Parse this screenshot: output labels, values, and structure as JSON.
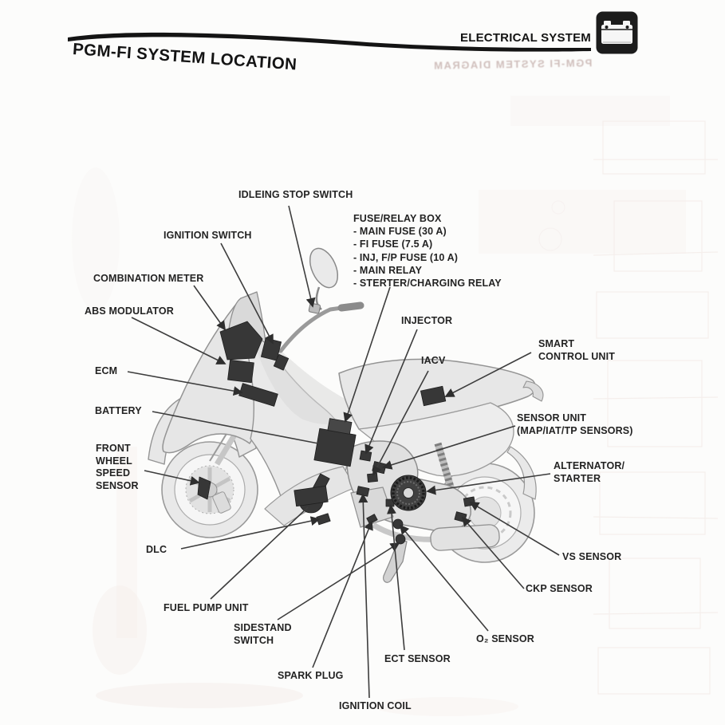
{
  "header": {
    "title": "PGM-FI SYSTEM LOCATION",
    "chapter": "ELECTRICAL SYSTEM",
    "chapter_icon": "battery-icon",
    "bleed_through_text": "PGM-FI SYSTEM DIAGRAM"
  },
  "colors": {
    "ink": "#161616",
    "label_text": "#232323",
    "leader_line": "#3d3d3d",
    "scooter_body": "#e7e7e7",
    "dark_component": "#373737",
    "bleed_pink": "#e6cbc5",
    "paper": "#fcfcfb"
  },
  "diagram": {
    "subject": "scooter side view component location illustration",
    "labels": [
      {
        "id": "idling-stop-switch",
        "text": "IDLEING STOP SWITCH"
      },
      {
        "id": "ignition-switch",
        "text": "IGNITION SWITCH"
      },
      {
        "id": "fuse-relay-box",
        "text": "FUSE/RELAY BOX\n- MAIN FUSE (30 A)\n- FI FUSE (7.5 A)\n- INJ, F/P FUSE (10 A)\n- MAIN RELAY\n- STERTER/CHARGING RELAY"
      },
      {
        "id": "combination-meter",
        "text": "COMBINATION METER"
      },
      {
        "id": "abs-modulator",
        "text": "ABS MODULATOR"
      },
      {
        "id": "ecm",
        "text": "ECM"
      },
      {
        "id": "injector",
        "text": "INJECTOR"
      },
      {
        "id": "iacv",
        "text": "IACV"
      },
      {
        "id": "smart-control-unit",
        "text": "SMART\nCONTROL UNIT"
      },
      {
        "id": "battery",
        "text": "BATTERY"
      },
      {
        "id": "sensor-unit",
        "text": "SENSOR UNIT\n(MAP/IAT/TP SENSORS)"
      },
      {
        "id": "front-wheel-speed-sensor",
        "text": "FRONT\nWHEEL\nSPEED\nSENSOR"
      },
      {
        "id": "alternator-starter",
        "text": "ALTERNATOR/\nSTARTER"
      },
      {
        "id": "dlc",
        "text": "DLC"
      },
      {
        "id": "vs-sensor",
        "text": "VS SENSOR"
      },
      {
        "id": "ckp-sensor",
        "text": "CKP SENSOR"
      },
      {
        "id": "fuel-pump-unit",
        "text": "FUEL PUMP UNIT"
      },
      {
        "id": "sidestand-switch",
        "text": "SIDESTAND\nSWITCH"
      },
      {
        "id": "o2-sensor",
        "text": "O₂ SENSOR"
      },
      {
        "id": "ect-sensor",
        "text": "ECT SENSOR"
      },
      {
        "id": "spark-plug",
        "text": "SPARK PLUG"
      },
      {
        "id": "ignition-coil",
        "text": "IGNITION COIL"
      }
    ]
  }
}
